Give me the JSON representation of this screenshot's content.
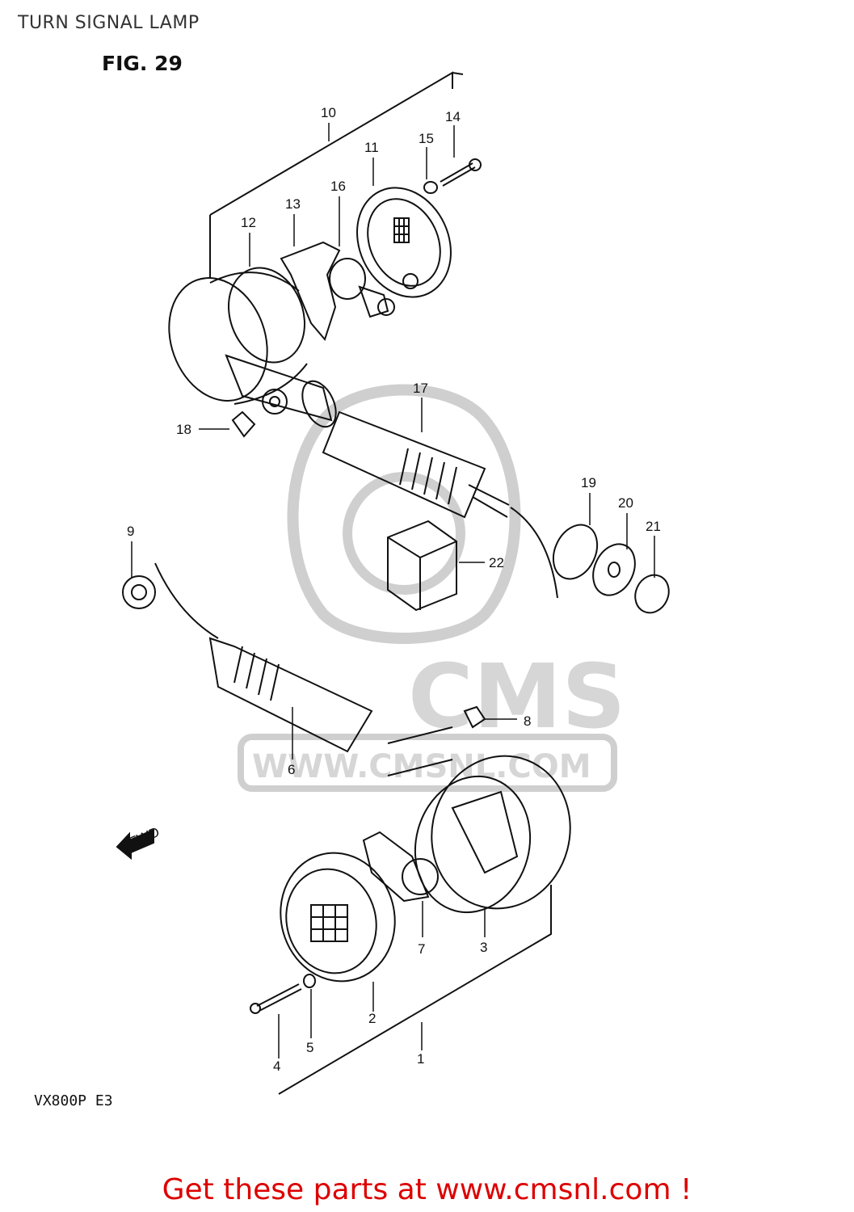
{
  "page": {
    "title": "TURN SIGNAL LAMP",
    "figure": "FIG. 29",
    "model": "VX800P  E3"
  },
  "watermark": {
    "brand": "CMS",
    "url": "WWW.CMSNL.COM"
  },
  "footer": {
    "cta": "Get these parts at www.cmsnl.com !"
  },
  "parts": [
    {
      "ref": "1"
    },
    {
      "ref": "2"
    },
    {
      "ref": "3"
    },
    {
      "ref": "4"
    },
    {
      "ref": "5"
    },
    {
      "ref": "6"
    },
    {
      "ref": "7"
    },
    {
      "ref": "8"
    },
    {
      "ref": "9"
    },
    {
      "ref": "10"
    },
    {
      "ref": "11"
    },
    {
      "ref": "12"
    },
    {
      "ref": "13"
    },
    {
      "ref": "14"
    },
    {
      "ref": "15"
    },
    {
      "ref": "16"
    },
    {
      "ref": "17"
    },
    {
      "ref": "18"
    },
    {
      "ref": "19"
    },
    {
      "ref": "20"
    },
    {
      "ref": "21"
    },
    {
      "ref": "22"
    }
  ],
  "direction_label": "FWD",
  "colors": {
    "line": "#111111",
    "watermark": "#d0d0d0",
    "cta": "#dd0000"
  }
}
